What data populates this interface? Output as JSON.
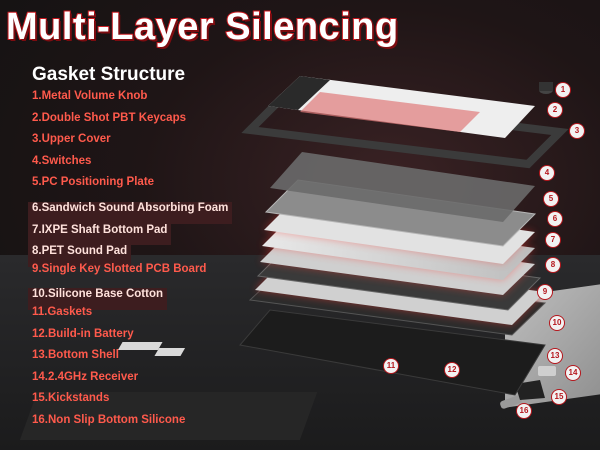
{
  "title": "Multi-Layer Silencing",
  "subtitle": "Gasket Structure",
  "parts": [
    {
      "label": "1.Metal Volume Knob",
      "highlight": false
    },
    {
      "label": "2.Double Shot PBT Keycaps",
      "highlight": false
    },
    {
      "label": "3.Upper Cover",
      "highlight": false
    },
    {
      "label": "4.Switches",
      "highlight": false
    },
    {
      "label": "5.PC Positioning Plate",
      "highlight": false
    },
    {
      "label": "6.Sandwich Sound Absorbing Foam",
      "highlight": true
    },
    {
      "label": "7.IXPE Shaft Bottom Pad",
      "highlight": true
    },
    {
      "label": "8.PET Sound Pad",
      "highlight": true
    },
    {
      "label": "9.Single Key Slotted PCB Board",
      "highlight": false
    },
    {
      "label": "10.Silicone Base Cotton",
      "highlight": true
    },
    {
      "label": "11.Gaskets",
      "highlight": false
    },
    {
      "label": "12.Build-in Battery",
      "highlight": false
    },
    {
      "label": "13.Bottom Shell",
      "highlight": false
    },
    {
      "label": "14.2.4GHz Receiver",
      "highlight": false
    },
    {
      "label": "15.Kickstands",
      "highlight": false
    },
    {
      "label": "16.Non Slip Bottom Silicone",
      "highlight": false
    }
  ],
  "callouts": [
    "1",
    "2",
    "3",
    "4",
    "5",
    "6",
    "7",
    "8",
    "9",
    "10",
    "11",
    "12",
    "13",
    "14",
    "15",
    "16"
  ],
  "colors": {
    "accent": "#c9171d",
    "list_text": "#ff5a4c",
    "highlight_bg": "#3d1d1f"
  }
}
